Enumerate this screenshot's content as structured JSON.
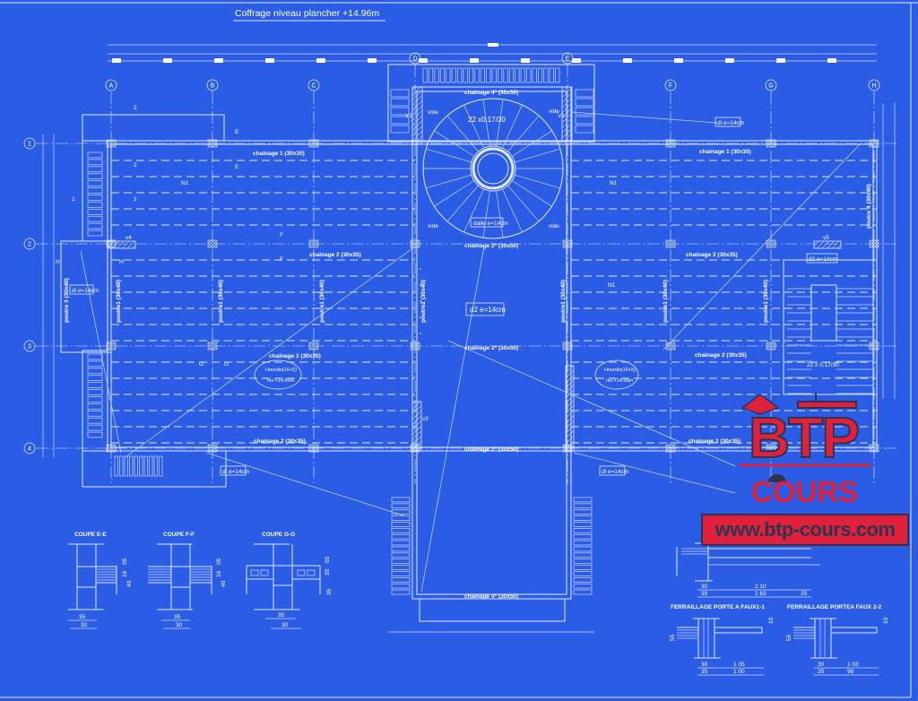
{
  "title": "Coffrage niveau plancher +14.96m",
  "axes": {
    "columns": [
      "A",
      "B",
      "C",
      "D",
      "E",
      "F",
      "G",
      "H"
    ],
    "rows": [
      "1",
      "2",
      "3",
      "4"
    ]
  },
  "beams": {
    "chainage1_a": "chainage 1 (30x35)",
    "chainage1_b": "chainage 1 (30x35)",
    "chainage2_a": "chainage 2 (30x35)",
    "chainage2_b": "chainage 2 (30x35)",
    "chainage2_c": "chainage 2 (30x35)",
    "chainage2_d": "chainage 2 (30x35)",
    "chainage2_e": "chainage 2 (30x35)",
    "chainage2_f": "chainage 2 (30x35)",
    "chainage2s_a": "chainage 2* (30x50)",
    "chainage2s_b": "chainage 2* (30x50)",
    "chainage2s_c": "chainage 2* (30x50)",
    "chainage4s_a": "chainage 4* (30x50)",
    "chainage4s_b": "chainage 4* (30x50)"
  },
  "poutres": {
    "p1": "poutre1 (30x40)",
    "p2": "poutre1 (30x40)",
    "p3": "poutre1 (30x40)",
    "p4": "poutre2 (30x40)",
    "p5": "poutre1 (30x40)",
    "p6": "poutre1 (30x40)",
    "p7": "poutre1 (30x40)",
    "p8": "poutre 4 (30x40)",
    "p9": "poutre 3 (30x40)"
  },
  "labels": {
    "vide": "vide",
    "v1": "V1",
    "v2": "v2",
    "v4": "v4",
    "v5": "v5",
    "n1": "N1",
    "stair_spiral": "22 x0.17/30",
    "stair_straight": "22 x 0.17/30",
    "dalle_center": "d2 e=14cm",
    "dalle_small": "d2 e=14cm",
    "dalle_left": "dl e=14cm",
    "dalle_bl": "dl e=14cm",
    "dalle_br": "dl e=14cm",
    "dalle_tr": "dl e=14cm",
    "dalle_spiral": "dalle e=14cm",
    "hourdis_line1": "Hourdis(16+5)",
    "hourdis_line2": "niv:+14.96m",
    "cut_e": "E",
    "cut_f": "F",
    "cut_g": "G",
    "cut_h": "H",
    "cut_1": "1",
    "cut_2": "2"
  },
  "sections": {
    "e": {
      "title": "COUPE E-E",
      "dims": [
        "35",
        "30",
        "40",
        "16",
        "05"
      ]
    },
    "f": {
      "title": "COUPE F-F",
      "dims": [
        "35",
        "30",
        "40",
        "16",
        "05"
      ]
    },
    "g": {
      "title": "COUPE G-G",
      "dims": [
        "35",
        "30",
        "35",
        "20",
        "05"
      ]
    }
  },
  "ferraillage": {
    "top": {
      "dims_row1": [
        "30",
        "2 10"
      ],
      "dims_row2": [
        "35",
        "1 63",
        "25"
      ]
    },
    "f11": {
      "title": "FERRAILLAGE  PORTE A FAUX1-1",
      "h": "55",
      "t": "10",
      "row1": [
        "30",
        "1 05"
      ],
      "row2": [
        "35",
        "1 00"
      ]
    },
    "f22": {
      "title": "FERRAILLAGE  PORTEA FAUX 2-2",
      "h": "55",
      "t": "10",
      "row1": [
        "30",
        "1 03"
      ],
      "row2": [
        "35",
        "98"
      ]
    }
  },
  "logo": {
    "letters": "BTP",
    "word": "COURS",
    "url": "www.btp-cours.com"
  },
  "colors": {
    "background": "#2b5ce6",
    "line": "#dfe8ff",
    "logo_red": "#e0213c",
    "logo_dark": "#2f3350"
  }
}
